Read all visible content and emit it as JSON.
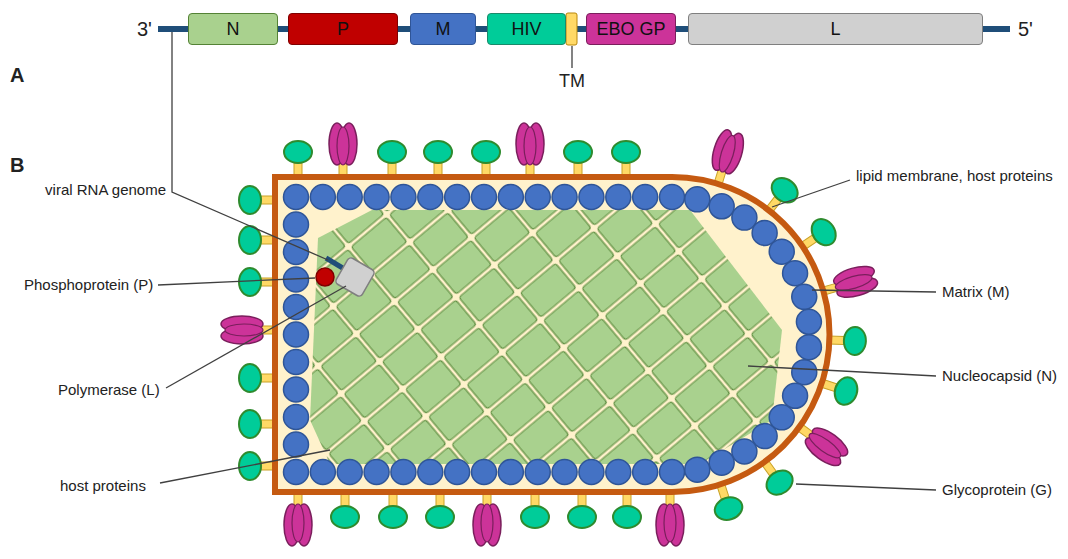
{
  "diagram": {
    "nodes": [
      {
        "text": [
          "N"
        ]
      },
      {
        "text": [
          "P"
        ]
      },
      {
        "text": [
          "M"
        ]
      },
      {
        "text": [
          "HIV"
        ]
      },
      {
        "text": [
          "EBO GP"
        ]
      },
      {
        "text": [
          "L"
        ]
      }
    ],
    "labels": [
      "A",
      "3'",
      "5'",
      "TM",
      "B",
      "viral RNA genome",
      "Phosphoprotein (P)",
      "Polymerase (L)",
      "host proteins",
      "lipid membrane, host proteins",
      "Matrix (M)",
      "Nucleocapsid (N)",
      "Glycoprotein (G)"
    ]
  }
}
